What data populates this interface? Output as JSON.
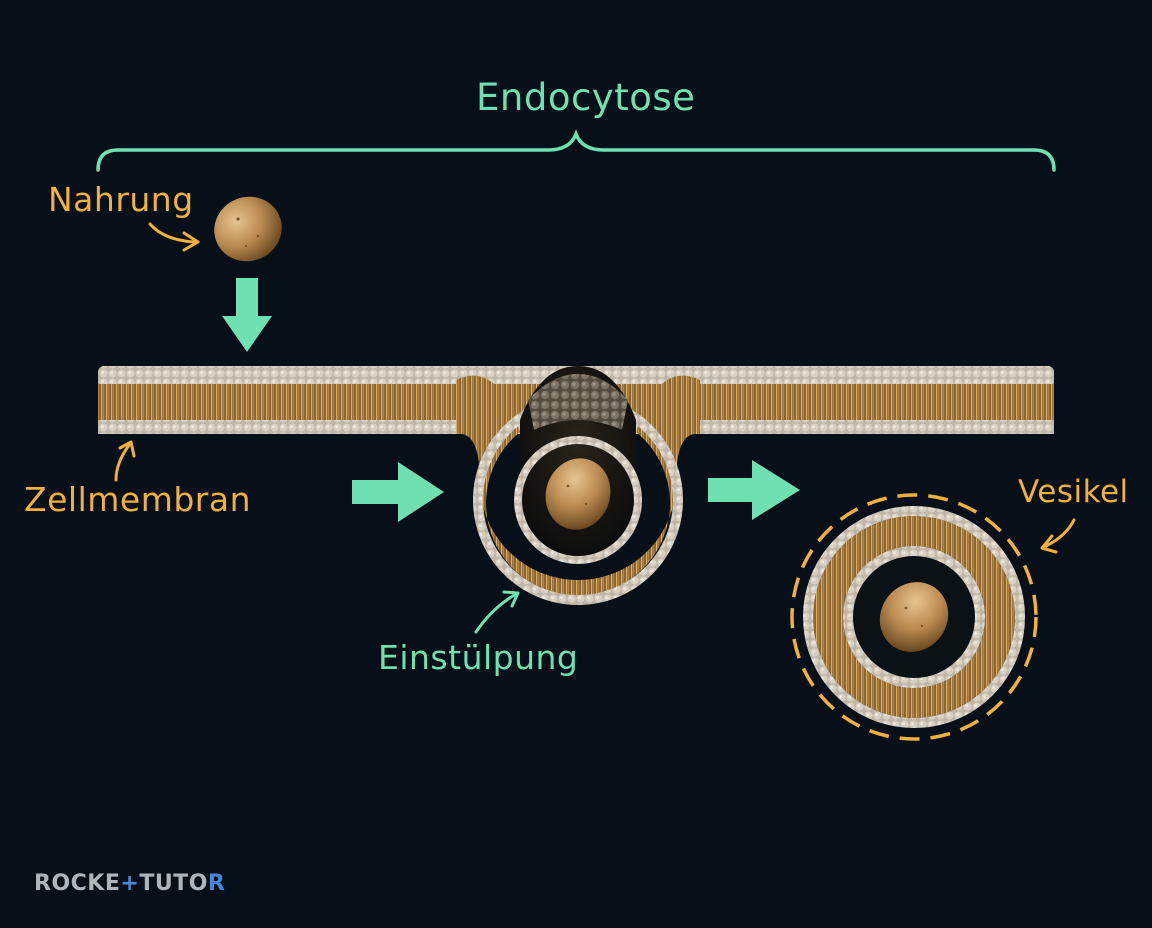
{
  "diagram": {
    "title": "Endocytose",
    "labels": {
      "food": "Nahrung",
      "membrane": "Zellmembran",
      "invagination": "Einstülpung",
      "vesicle": "Vesikel"
    }
  },
  "brand": {
    "part1": "ROCKE",
    "part2": "+",
    "part3": "TUTO",
    "part4": "R"
  },
  "colors": {
    "background": "#071018",
    "accent_green": "#6fe0b1",
    "accent_orange": "#f0b13d",
    "membrane_head": "#c9c0b2",
    "membrane_tail": "#c49a52",
    "food": "#b98a50",
    "brand_gray": "#aeb6bc",
    "brand_blue": "#4a86d8"
  },
  "icons": {
    "food": "potato-icon",
    "arrow": "arrow-right-icon",
    "down": "arrow-down-icon"
  }
}
